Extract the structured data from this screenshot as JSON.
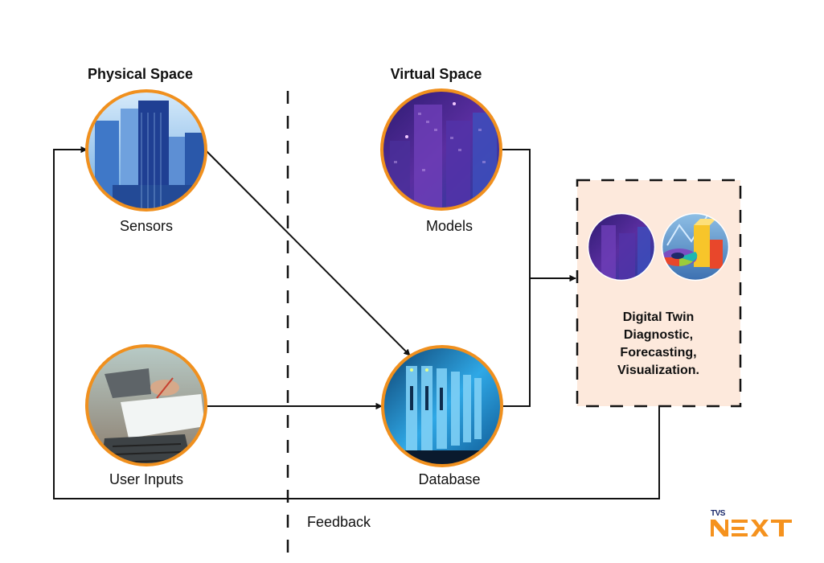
{
  "sections": {
    "physical": "Physical Space",
    "virtual": "Virtual Space"
  },
  "nodes": {
    "sensors": {
      "label": "Sensors",
      "icon": "city-skyscrapers-image"
    },
    "models": {
      "label": "Models",
      "icon": "digital-city-image"
    },
    "user_inputs": {
      "label": "User Inputs",
      "icon": "laptop-writing-image"
    },
    "database": {
      "label": "Database",
      "icon": "server-rack-image"
    }
  },
  "digital_twin": {
    "lines": [
      "Digital Twin",
      "Diagnostic,",
      "Forecasting,",
      "Visualization."
    ],
    "icons": [
      "digital-city-image",
      "charts-3d-image"
    ]
  },
  "feedback_label": "Feedback",
  "logo": {
    "top": "TVS",
    "main": "NEXT"
  },
  "colors": {
    "ring": "#f0901e",
    "box_fill": "#fde9dc",
    "line": "#111111",
    "logo_orange": "#f5921e",
    "logo_navy": "#1b2a6b"
  }
}
